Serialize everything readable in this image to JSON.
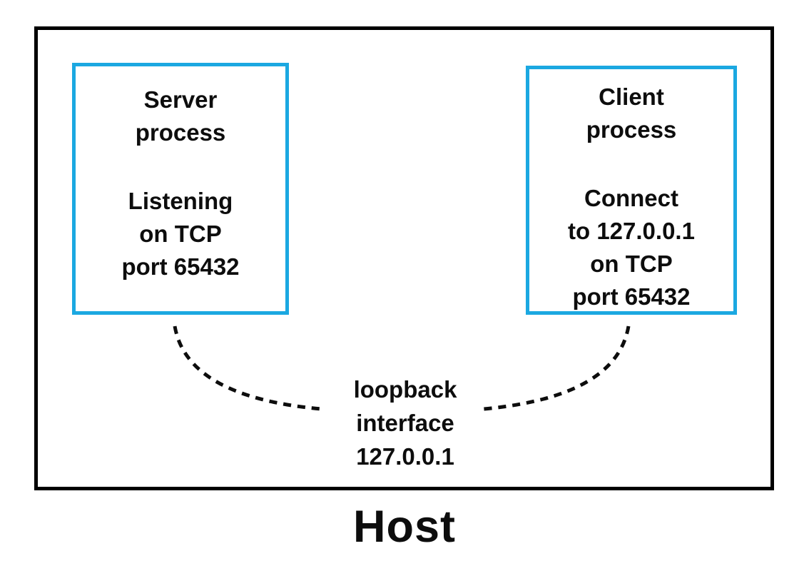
{
  "diagram": {
    "host_label": "Host",
    "server_box": {
      "title": "Server\nprocess",
      "body": "Listening\non TCP\nport 65432"
    },
    "client_box": {
      "title": "Client\nprocess",
      "body": "Connect\nto 127.0.0.1\non TCP\nport 65432"
    },
    "loopback_label": "loopback\ninterface\n127.0.0.1",
    "colors": {
      "process_box_border": "#1ba8e1",
      "host_box_border": "#000000",
      "text": "#0d0d0d",
      "background": "#ffffff"
    }
  }
}
